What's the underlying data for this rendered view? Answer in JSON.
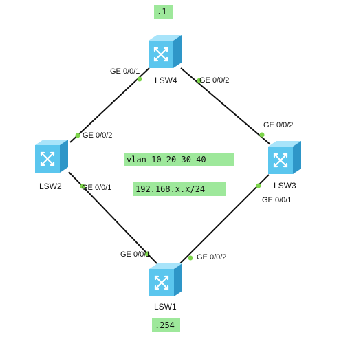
{
  "colors": {
    "box_fill": "#9ee89b",
    "port_dot": "#7cd44a",
    "link": "#111111",
    "switch_front": "#5bc6ee",
    "switch_top": "#a8e4fa",
    "switch_side": "#2e96c8"
  },
  "notes": {
    "top_address": ".1",
    "bottom_address": ".254",
    "vlan_config": "vlan 10 20 30 40",
    "subnet": "192.168.x.x/24"
  },
  "switches": {
    "lsw4": {
      "name": "LSW4",
      "icon": "switch-icon"
    },
    "lsw2": {
      "name": "LSW2",
      "icon": "switch-icon"
    },
    "lsw3": {
      "name": "LSW3",
      "icon": "switch-icon"
    },
    "lsw1": {
      "name": "LSW1",
      "icon": "switch-icon"
    }
  },
  "ports": {
    "lsw4_to_lsw2": "GE 0/0/1",
    "lsw4_to_lsw3": "GE 0/0/2",
    "lsw2_to_lsw4": "GE 0/0/2",
    "lsw2_to_lsw1": "GE 0/0/1",
    "lsw3_to_lsw4": "GE 0/0/2",
    "lsw3_to_lsw1": "GE 0/0/1",
    "lsw1_to_lsw2": "GE 0/0/1",
    "lsw1_to_lsw3": "GE 0/0/2"
  }
}
